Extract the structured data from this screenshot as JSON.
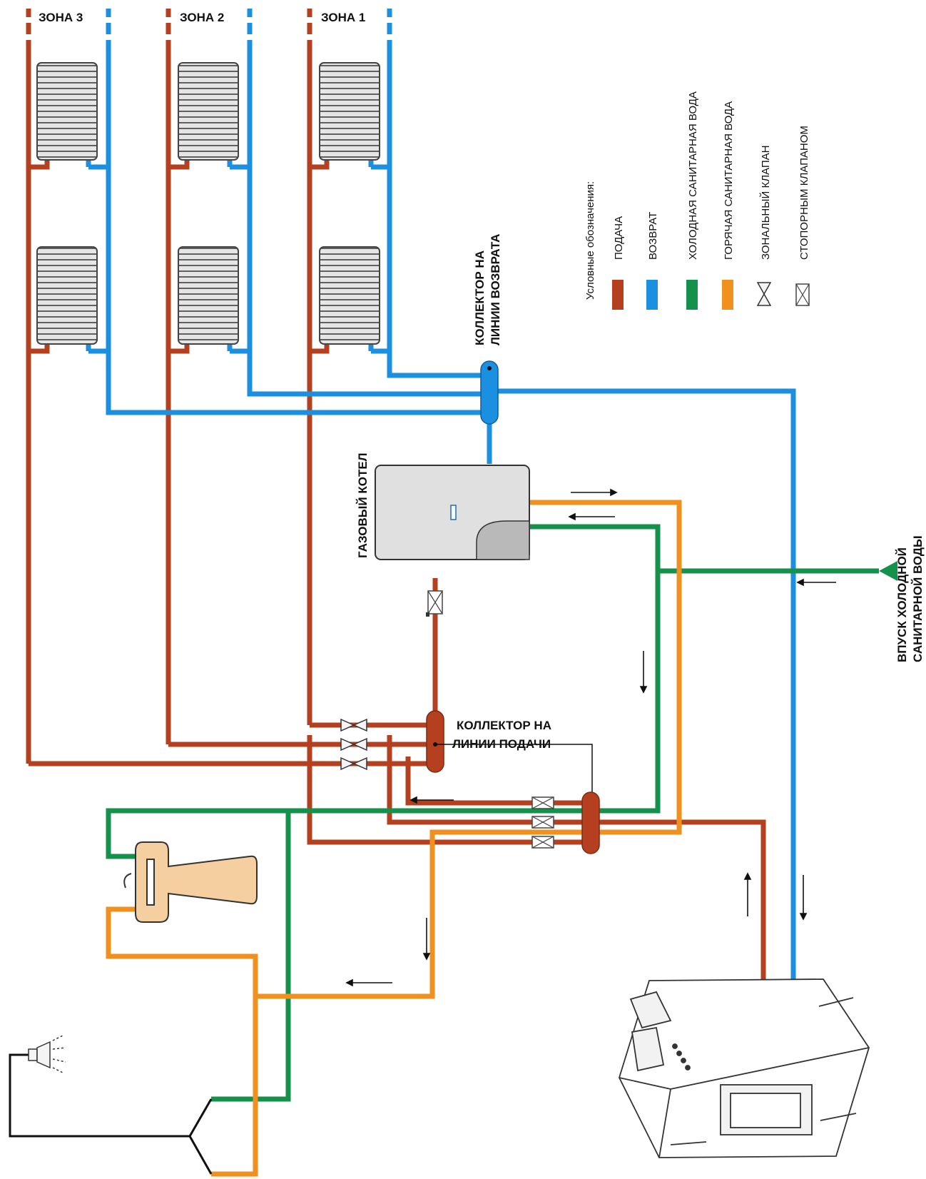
{
  "zones": [
    {
      "label": "ЗОНА 3"
    },
    {
      "label": "ЗОНА 2"
    },
    {
      "label": "ЗОНА 1"
    }
  ],
  "labels": {
    "return_collector": [
      "КОЛЛЕКТОР НА",
      "ЛИНИИ ВОЗВРАТА"
    ],
    "supply_collector": [
      "КОЛЛЕКТОР НА",
      "ЛИНИИ ПОДАЧИ"
    ],
    "gas_boiler": "ГАЗОВЫЙ КОТЕЛ",
    "cold_water_inlet": [
      "ВПУСК ХОЛОДНОЙ",
      "САНИТАРНОЙ ВОДЫ"
    ]
  },
  "legend": {
    "title": "Условные обозначения:",
    "items": [
      {
        "label": "ПОДАЧА",
        "kind": "swatch",
        "color": "#b5401f"
      },
      {
        "label": "ВОЗВРАТ",
        "kind": "swatch",
        "color": "#1b8fe0"
      },
      {
        "label": "ХОЛОДНАЯ САНИТАРНАЯ ВОДА",
        "kind": "swatch",
        "color": "#14914a"
      },
      {
        "label": "ГОРЯЧАЯ САНИТАРНАЯ ВОДА",
        "kind": "swatch",
        "color": "#f0901e"
      },
      {
        "label": "ЗОНАЛЬНЫЙ КЛАПАН",
        "kind": "zone-valve-icon"
      },
      {
        "label": "СТОПОРНЫМ КЛАПАНОМ",
        "kind": "check-valve-icon"
      }
    ]
  },
  "colors": {
    "supply": "#b5401f",
    "return": "#1b8fe0",
    "cold_water": "#14914a",
    "hot_water": "#f0901e",
    "sanitary_line": "#111111"
  },
  "icons": [
    "radiator-icon",
    "gas-boiler-icon",
    "solid-fuel-boiler-icon",
    "sink-icon",
    "shower-head-icon",
    "zone-valve-icon",
    "check-valve-icon",
    "flow-arrow-icon"
  ]
}
